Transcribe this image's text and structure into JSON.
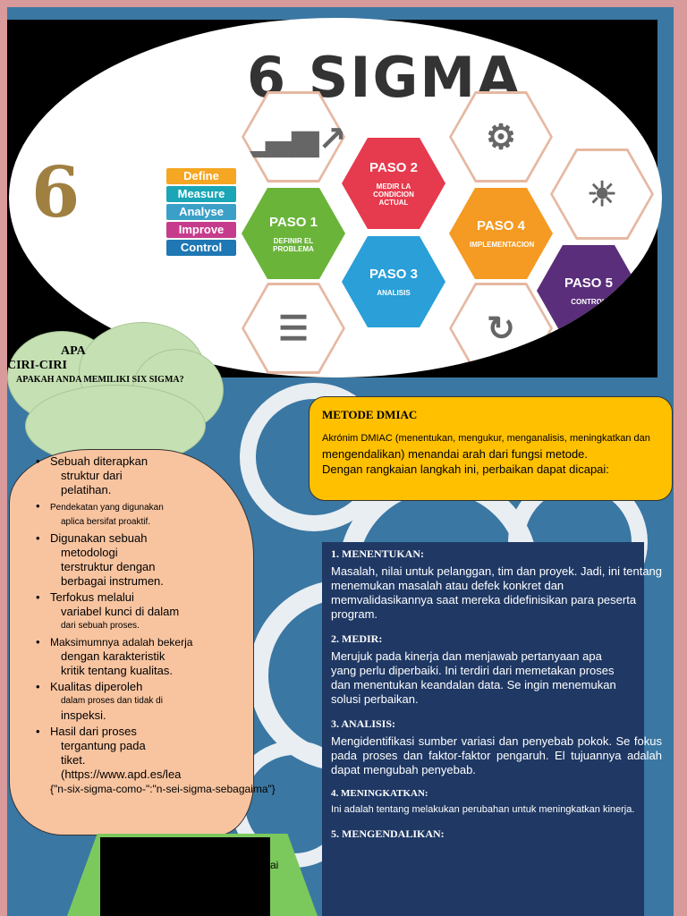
{
  "hero": {
    "title": "6 SIGMA",
    "logo_text": "6",
    "steps": [
      {
        "label": "Define",
        "color": "#f5a623"
      },
      {
        "label": "Measure",
        "color": "#1aa6b7"
      },
      {
        "label": "Analyse",
        "color": "#3aa0c8"
      },
      {
        "label": "Improve",
        "color": "#c63c8c"
      },
      {
        "label": "Control",
        "color": "#1f77b4"
      }
    ],
    "hexagons": [
      {
        "label": "PASO 1",
        "sub": "DEFINIR EL PROBLEMA",
        "color": "#6ab43a"
      },
      {
        "label": "PASO 2",
        "sub": "MEDIR LA CONDICION ACTUAL",
        "color": "#e63a4e"
      },
      {
        "label": "PASO 3",
        "sub": "ANALISIS",
        "color": "#2a9fd8"
      },
      {
        "label": "PASO 4",
        "sub": "IMPLEMENTACION",
        "color": "#f59a22"
      },
      {
        "label": "PASO 5",
        "sub": "CONTROL",
        "color": "#5a2e7a"
      }
    ],
    "icons": [
      "chart-icon",
      "gears-icon",
      "lightbulb-icon",
      "document-icon",
      "cycle-icon"
    ]
  },
  "cloud": {
    "line1": "APA",
    "line2": "CIRI-CIRI",
    "line3": "APAKAH ANDA MEMILIKI SIX SIGMA?"
  },
  "features": [
    {
      "a": "Sebuah diterapkan",
      "b": "struktur dari",
      "c": "pelatihan."
    },
    {
      "a": "Pendekatan yang digunakan",
      "b": "aplica bersifat proaktif."
    },
    {
      "a": "Digunakan sebuah",
      "b": "metodologi",
      "c": "terstruktur dengan",
      "d": "berbagai instrumen."
    },
    {
      "a": "Terfokus melalui",
      "b": "variabel kunci di dalam",
      "c": "dari sebuah proses."
    },
    {
      "a": "Maksimumnya adalah bekerja",
      "b": "dengan karakteristik",
      "c": "kritik tentang kualitas."
    },
    {
      "a": "Kualitas diperoleh",
      "b": "dalam proses dan tidak di",
      "c": "inspeksi."
    },
    {
      "a": "Hasil dari proses",
      "b": "tergantung pada",
      "c": "tiket.",
      "d": "(https://www.apd.es/lea",
      "e": "{\"n-six-sigma-como-\":\"n-sei-sigma-sebagaima\"}"
    }
  ],
  "dmiac": {
    "title": "METODE DMIAC",
    "line1": "Akrónim DMIAC (menentukan, mengukur, menganalisis, meningkatkan dan",
    "line2": "mengendalikan) menandai arah dari fungsi metode.",
    "line3": "Dengan rangkaian langkah ini, perbaikan dapat dicapai:"
  },
  "steps": [
    {
      "title": "1. MENENTUKAN:",
      "body": "Masalah, nilai untuk pelanggan, tim dan proyek. Jadi, ini tentang menemukan masalah atau defek konkret dan memvalidasikannya saat mereka didefinisikan para peserta program."
    },
    {
      "title": "2. MEDIR:",
      "body": "Merujuk pada kinerja dan menjawab pertanyaan apa yang perlu diperbaiki. Ini terdiri dari memetakan proses dan menentukan keandalan data. Se ingin menemukan solusi perbaikan."
    },
    {
      "title": "3. ANALISIS:",
      "body": "Mengidentifikasi sumber variasi dan penyebab pokok. Se fokus pada proses dan faktor-faktor pengaruh. El tujuannya adalah dapat mengubah penyebab."
    },
    {
      "title": "4. MENINGKATKAN:",
      "body": "Ini adalah tentang melakukan perubahan untuk meningkatkan kinerja."
    },
    {
      "title": "5. MENGENDALIKAN:",
      "body": ""
    }
  ],
  "stray_text": "ai"
}
